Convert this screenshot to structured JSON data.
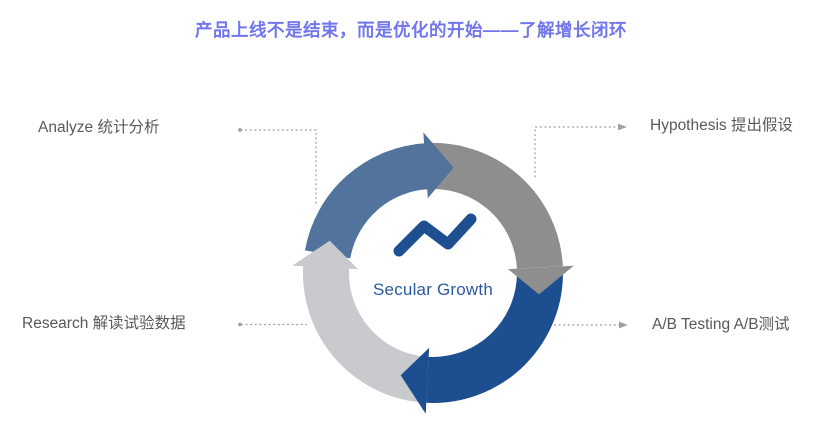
{
  "title": {
    "text": "产品上线不是结束，而是优化的开始——了解增长闭环"
  },
  "diagram": {
    "type": "cycle",
    "flow": "clockwise",
    "center": {
      "icon": "growth-trend-zigzag",
      "label": "Secular Growth"
    },
    "segments": [
      {
        "step": 1,
        "name": "hypothesis",
        "position": "top-right",
        "color_key": "gray"
      },
      {
        "step": 2,
        "name": "ab-testing",
        "position": "bottom-right",
        "color_key": "dark_blue"
      },
      {
        "step": 3,
        "name": "research",
        "position": "bottom-left",
        "color_key": "light_gray"
      },
      {
        "step": 4,
        "name": "analyze",
        "position": "top-left",
        "color_key": "steel_blue"
      }
    ]
  },
  "labels": {
    "analyze": {
      "text": "Analyze 统计分析",
      "position": "top-left"
    },
    "hypothesis": {
      "text": "Hypothesis 提出假设",
      "position": "top-right"
    },
    "research": {
      "text": "Research 解读试验数据",
      "position": "bottom-left"
    },
    "ab_testing": {
      "text": "A/B Testing A/B测试",
      "position": "bottom-right"
    }
  },
  "colors": {
    "title": "#7276ec",
    "steel_blue": "#52739c",
    "gray": "#8e8e8e",
    "dark_blue": "#1d4e8f",
    "light_gray": "#c8cace",
    "label_text": "#595959",
    "connector": "#a0a0a0",
    "center_text": "#2b5aa0",
    "trend_icon": "#1d4f91"
  }
}
